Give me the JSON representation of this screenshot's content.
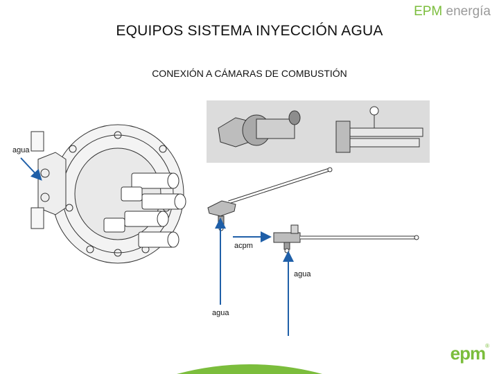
{
  "title": "EQUIPOS SISTEMA INYECCIÓN AGUA",
  "subtitle": "CONEXIÓN A CÁMARAS DE COMBUSTIÓN",
  "brand": {
    "primary": "EPM",
    "secondary": "energía"
  },
  "logo": {
    "text": "epm",
    "mark": "®"
  },
  "labels": {
    "agua_left": "agua",
    "acpm": "acpm",
    "agua_right": "agua",
    "agua_bottom": "agua"
  },
  "colors": {
    "arrow": "#1f5fa8",
    "brand_green": "#7bbd3c",
    "brand_gray": "#9a9a9a"
  }
}
